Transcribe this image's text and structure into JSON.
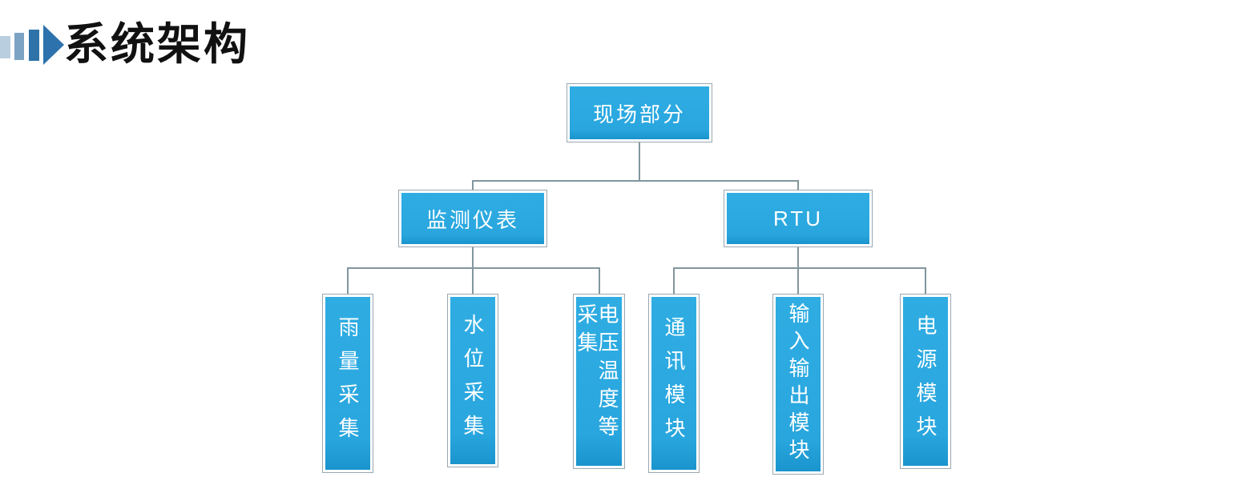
{
  "page": {
    "title": "系统架构"
  },
  "title_icon": {
    "name": "triple-bars-arrow-icon",
    "bar_colors": [
      "#b9cfe0",
      "#7ca3c4",
      "#2e72a8"
    ],
    "arrow_color": "#2d72ad"
  },
  "diagram": {
    "type": "org-chart",
    "colors": {
      "node_fill": "#29a9e1",
      "node_fill_bottom_edge": "#1a94cd",
      "node_inner_border": "#ffffff",
      "node_outer_border": "#9aa8b0",
      "node_text": "#ffffff",
      "connector": "#82969e"
    },
    "nodes": {
      "root": {
        "label": "现场部分"
      },
      "monitor": {
        "label": "监测仪表"
      },
      "rtu": {
        "label": "RTU"
      },
      "rain": {
        "label": "雨量采集"
      },
      "water": {
        "label": "水位采集"
      },
      "voltage": {
        "label": "电压温度等采集"
      },
      "comm": {
        "label": "通讯模块"
      },
      "io": {
        "label": "输入输出模块"
      },
      "power": {
        "label": "电源模块"
      }
    },
    "edges": [
      [
        "现场部分",
        "监测仪表"
      ],
      [
        "现场部分",
        "RTU"
      ],
      [
        "监测仪表",
        "雨量采集"
      ],
      [
        "监测仪表",
        "水位采集"
      ],
      [
        "监测仪表",
        "电压温度等采集"
      ],
      [
        "RTU",
        "通讯模块"
      ],
      [
        "RTU",
        "输入输出模块"
      ],
      [
        "RTU",
        "电源模块"
      ]
    ]
  }
}
